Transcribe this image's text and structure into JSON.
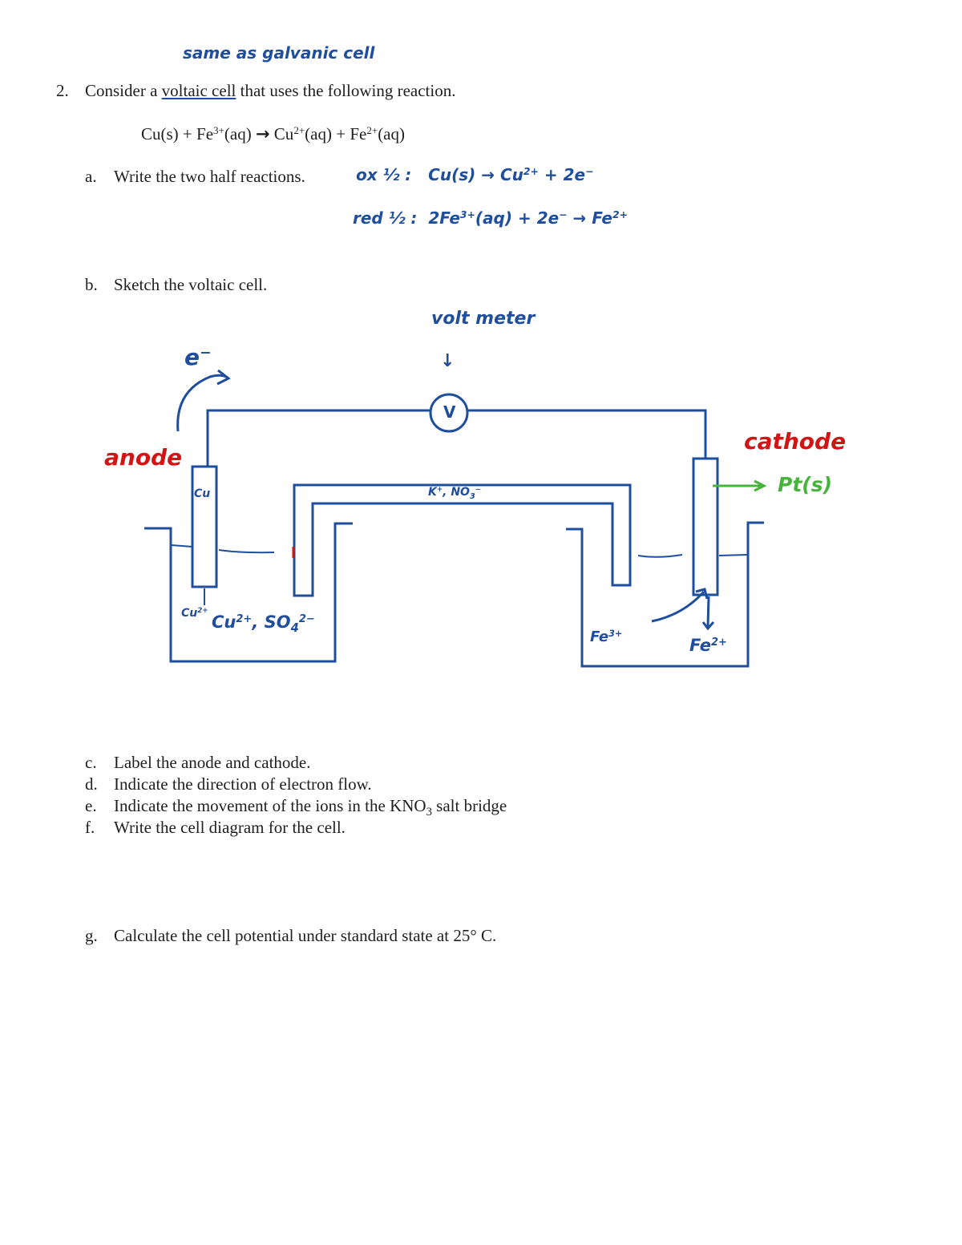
{
  "handwritten_top_note": "same as galvanic cell",
  "question": {
    "number": "2.",
    "prompt_before": "Consider a ",
    "prompt_underlined": "voltaic cell",
    "prompt_after": " that uses the following reaction.",
    "reaction": {
      "cu": "Cu(s) + Fe",
      "fe3_charge": "3+",
      "aq1": "(aq) ",
      "arrow": "→",
      "cu2": " Cu",
      "cu2_charge": "2+",
      "aq2": "(aq) + Fe",
      "fe2_charge": "2+",
      "aq3": "(aq)"
    }
  },
  "parts": {
    "a": {
      "letter": "a.",
      "text": "Write the two half reactions."
    },
    "b": {
      "letter": "b.",
      "text": "Sketch the voltaic cell."
    },
    "c": {
      "letter": "c.",
      "text": "Label the anode and cathode."
    },
    "d": {
      "letter": "d.",
      "text": "Indicate the direction of electron flow."
    },
    "e": {
      "letter": "e.",
      "text_before": "Indicate the movement of the ions in the KNO",
      "sub": "3",
      "text_after": " salt bridge"
    },
    "f": {
      "letter": "f.",
      "text": "Write the cell diagram for the cell."
    },
    "g": {
      "letter": "g.",
      "text": "Calculate the cell potential under standard state at 25° C."
    }
  },
  "handwritten": {
    "ox_label": "ox ½ :",
    "ox_reaction": "Cu(s) → Cu",
    "ox_charge": "2+",
    "ox_electrons": "+ 2e",
    "ox_electron_sign": "−",
    "red_label": "red ½ :",
    "red_reactant": "2Fe",
    "red_charge": "3+",
    "red_rest": "(aq) + 2e",
    "red_electron_sign": "−",
    "red_arrow": "→ Fe",
    "red_product_charge": "2+",
    "voltmeter_label": "volt meter",
    "voltmeter_arrow": "↓",
    "voltmeter_symbol": "V",
    "electron_symbol": "e",
    "electron_sign": "−",
    "anode_label": "anode",
    "cathode_label": "cathode",
    "cathode_electrode": "Pt(s)",
    "anode_electrode": "Cu",
    "anode_ion_left": "Cu",
    "anode_ion_left_charge": "2+",
    "anode_solution": "Cu",
    "anode_solution_charge": "2+",
    "anode_solution_rest": ", SO",
    "anode_solution_sub": "4",
    "anode_solution_rest_charge": "2−",
    "salt_bridge_ions": "K",
    "salt_bridge_plus": "+",
    "salt_bridge_nitrate": ", NO",
    "salt_bridge_nitrate_sub": "3",
    "salt_bridge_nitrate_charge": "−",
    "cathode_ion_left": "Fe",
    "cathode_ion_left_charge": "3+",
    "cathode_ion_right": "Fe",
    "cathode_ion_right_charge": "2+"
  },
  "colors": {
    "ink_blue": "#1f4e9c",
    "ink_red": "#d41414",
    "ink_green": "#46b33a",
    "text": "#1f1f1f"
  }
}
